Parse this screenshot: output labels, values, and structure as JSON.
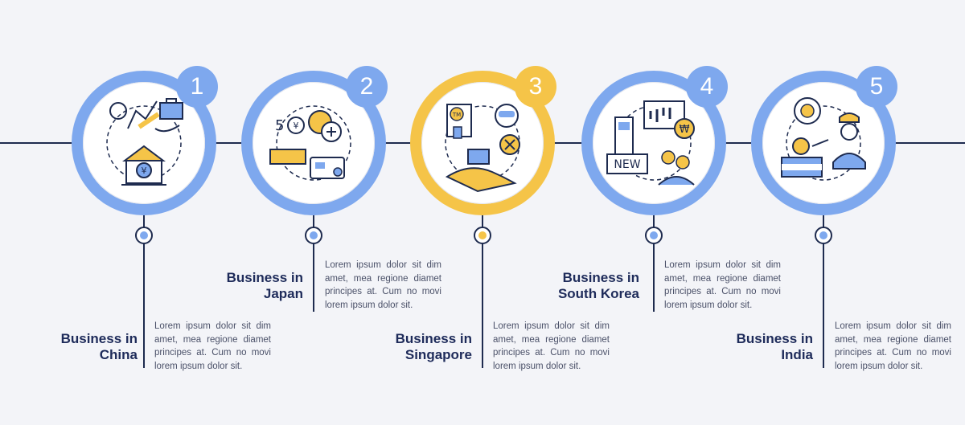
{
  "steps": [
    {
      "number": "1",
      "title": "Business in China",
      "body": "Lorem ipsum dolor sit dim amet, mea regione diamet principes at. Cum no movi lorem ipsum dolor sit.",
      "color": "#7ea8ee",
      "icon": "china-business-icon"
    },
    {
      "number": "2",
      "title": "Business in Japan",
      "body": "Lorem ipsum dolor sit dim amet, mea regione diamet principes at. Cum no movi lorem ipsum dolor sit.",
      "color": "#7ea8ee",
      "icon": "japan-business-icon"
    },
    {
      "number": "3",
      "title": "Business in Singapore",
      "body": "Lorem ipsum dolor sit dim amet, mea regione diamet principes at. Cum no movi lorem ipsum dolor sit.",
      "color": "#f5c448",
      "icon": "singapore-business-icon"
    },
    {
      "number": "4",
      "title": "Business in South Korea",
      "body": "Lorem ipsum dolor sit dim amet, mea regione diamet principes at. Cum no movi lorem ipsum dolor sit.",
      "color": "#7ea8ee",
      "icon": "korea-business-icon"
    },
    {
      "number": "5",
      "title": "Business in India",
      "body": "Lorem ipsum dolor sit dim amet, mea regione diamet principes at. Cum no movi lorem ipsum dolor sit.",
      "color": "#7ea8ee",
      "icon": "india-business-icon"
    }
  ],
  "colors": {
    "line": "#1e2b4f",
    "accent_blue": "#7ea8ee",
    "accent_yellow": "#f5c448",
    "title": "#1e2b5a"
  }
}
